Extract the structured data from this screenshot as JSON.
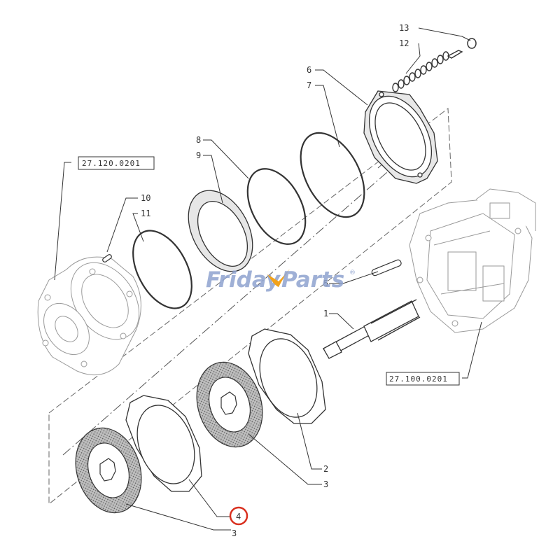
{
  "watermark": {
    "part1": "Friday",
    "part2": "Parts",
    "registered": "®",
    "colors": {
      "text": "#8fa3cf",
      "accent": "#f2a21b"
    }
  },
  "references": [
    {
      "id": "ref-27-120",
      "text": "27.120.0201"
    },
    {
      "id": "ref-27-100",
      "text": "27.100.0201"
    }
  ],
  "callouts": [
    {
      "id": "1",
      "text": "1"
    },
    {
      "id": "2",
      "text": "2"
    },
    {
      "id": "3a",
      "text": "3"
    },
    {
      "id": "3b",
      "text": "3"
    },
    {
      "id": "4",
      "text": "4",
      "highlighted": true
    },
    {
      "id": "5",
      "text": "5"
    },
    {
      "id": "6",
      "text": "6"
    },
    {
      "id": "7",
      "text": "7"
    },
    {
      "id": "8",
      "text": "8"
    },
    {
      "id": "9",
      "text": "9"
    },
    {
      "id": "10",
      "text": "10"
    },
    {
      "id": "11",
      "text": "11"
    },
    {
      "id": "12",
      "text": "12"
    },
    {
      "id": "13",
      "text": "13"
    }
  ],
  "highlight_color": "#d9301f"
}
